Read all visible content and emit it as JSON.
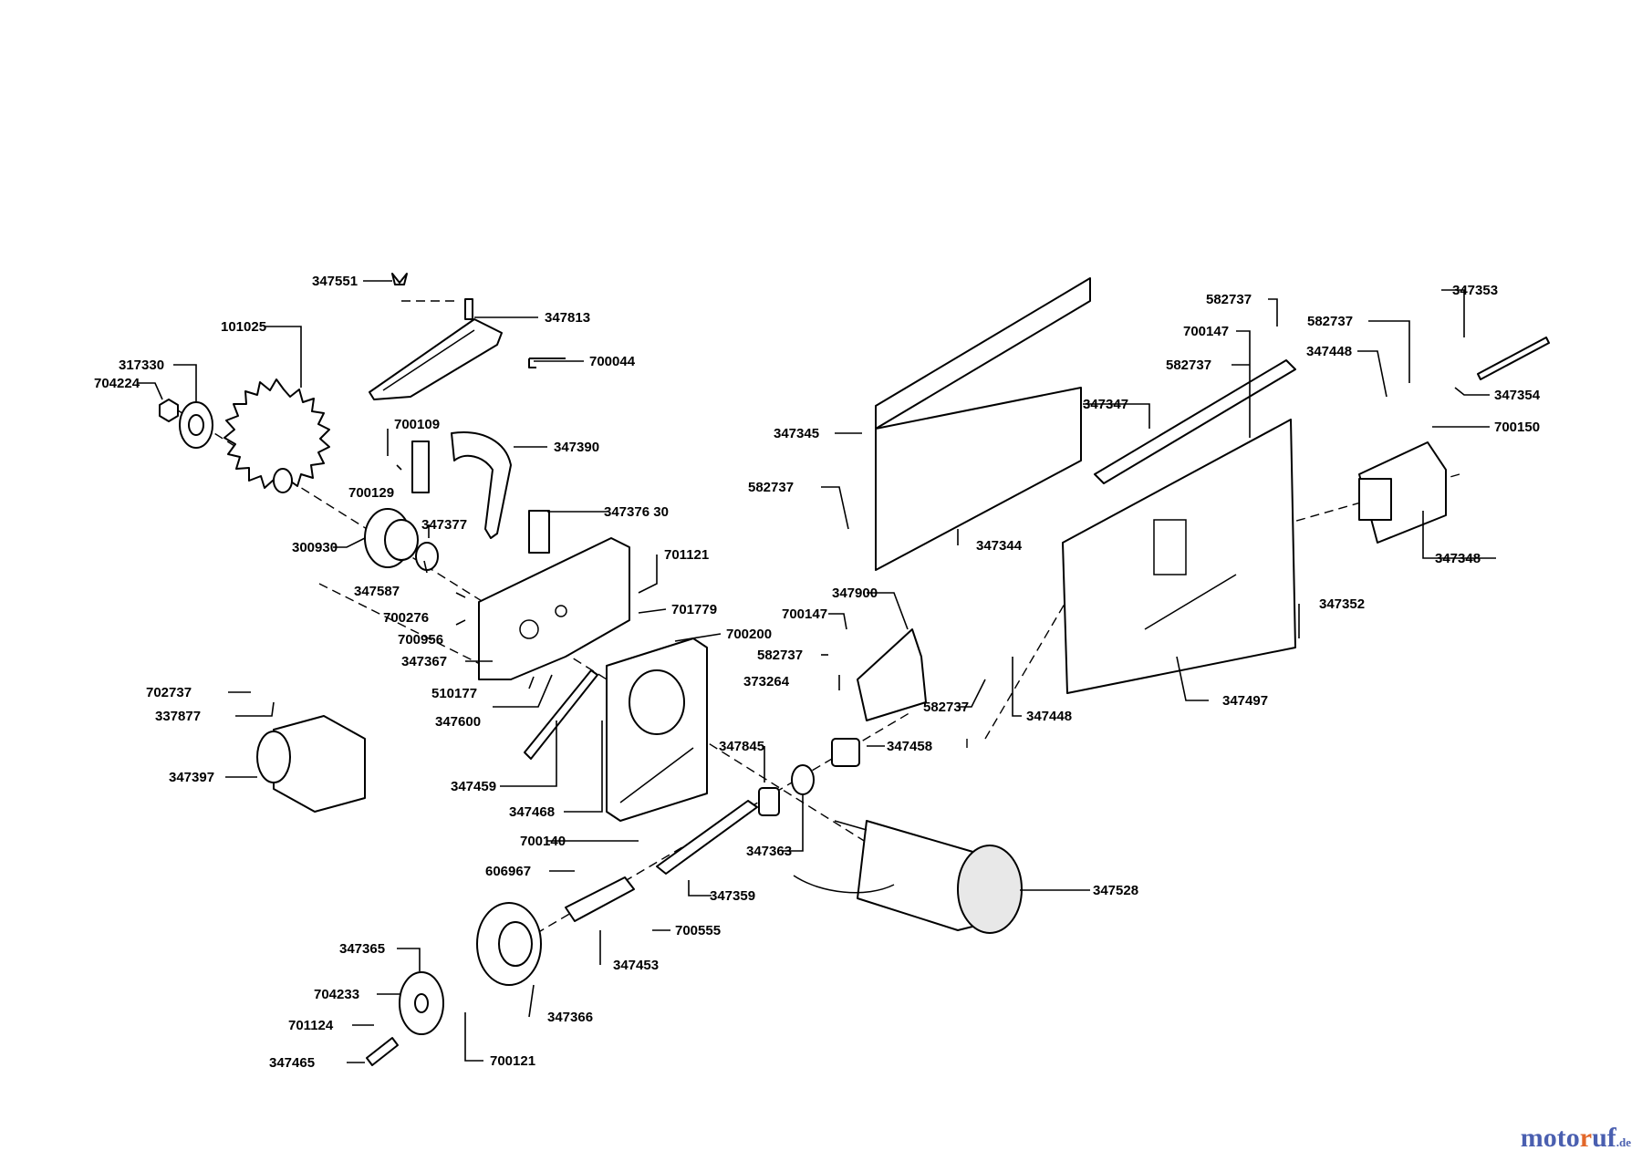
{
  "watermark": {
    "brand_left": "moto",
    "brand_accent": "r",
    "brand_right": "uf",
    "tld": ".de"
  },
  "labels": {
    "p347551": "347551",
    "p347813": "347813",
    "p700044": "700044",
    "p101025": "101025",
    "p317330": "317330",
    "p704224": "704224",
    "p700109": "700109",
    "p347390": "347390",
    "p700129": "700129",
    "p347377": "347377",
    "p347376": "347376 30",
    "p300930": "300930",
    "p347587": "347587",
    "p701121": "701121",
    "p700276": "700276",
    "p701779": "701779",
    "p700956": "700956",
    "p700200": "700200",
    "p347367": "347367",
    "p510177": "510177",
    "p347600": "347600",
    "p702737": "702737",
    "p337877": "337877",
    "p347397": "347397",
    "p347459": "347459",
    "p347468": "347468",
    "p347845": "347845",
    "p700140": "700140",
    "p347363": "347363",
    "p606967": "606967",
    "p347359": "347359",
    "p700555": "700555",
    "p347453": "347453",
    "p347528": "347528",
    "p347365": "347365",
    "p704233": "704233",
    "p347366": "347366",
    "p701124": "701124",
    "p347465": "347465",
    "p700121": "700121",
    "p347345": "347345",
    "p582737a": "582737",
    "p347344": "347344",
    "p582737b": "582737",
    "p700147a": "700147",
    "p582737c": "582737",
    "p347347": "347347",
    "p582737d": "582737",
    "p347448a": "347448",
    "p347353": "347353",
    "p347354": "347354",
    "p700150": "700150",
    "p347348": "347348",
    "p347352": "347352",
    "p347900": "347900",
    "p700147b": "700147",
    "p582737e": "582737",
    "p373264": "373264",
    "p582737f": "582737",
    "p347448b": "347448",
    "p347497": "347497",
    "p347458": "347458"
  }
}
